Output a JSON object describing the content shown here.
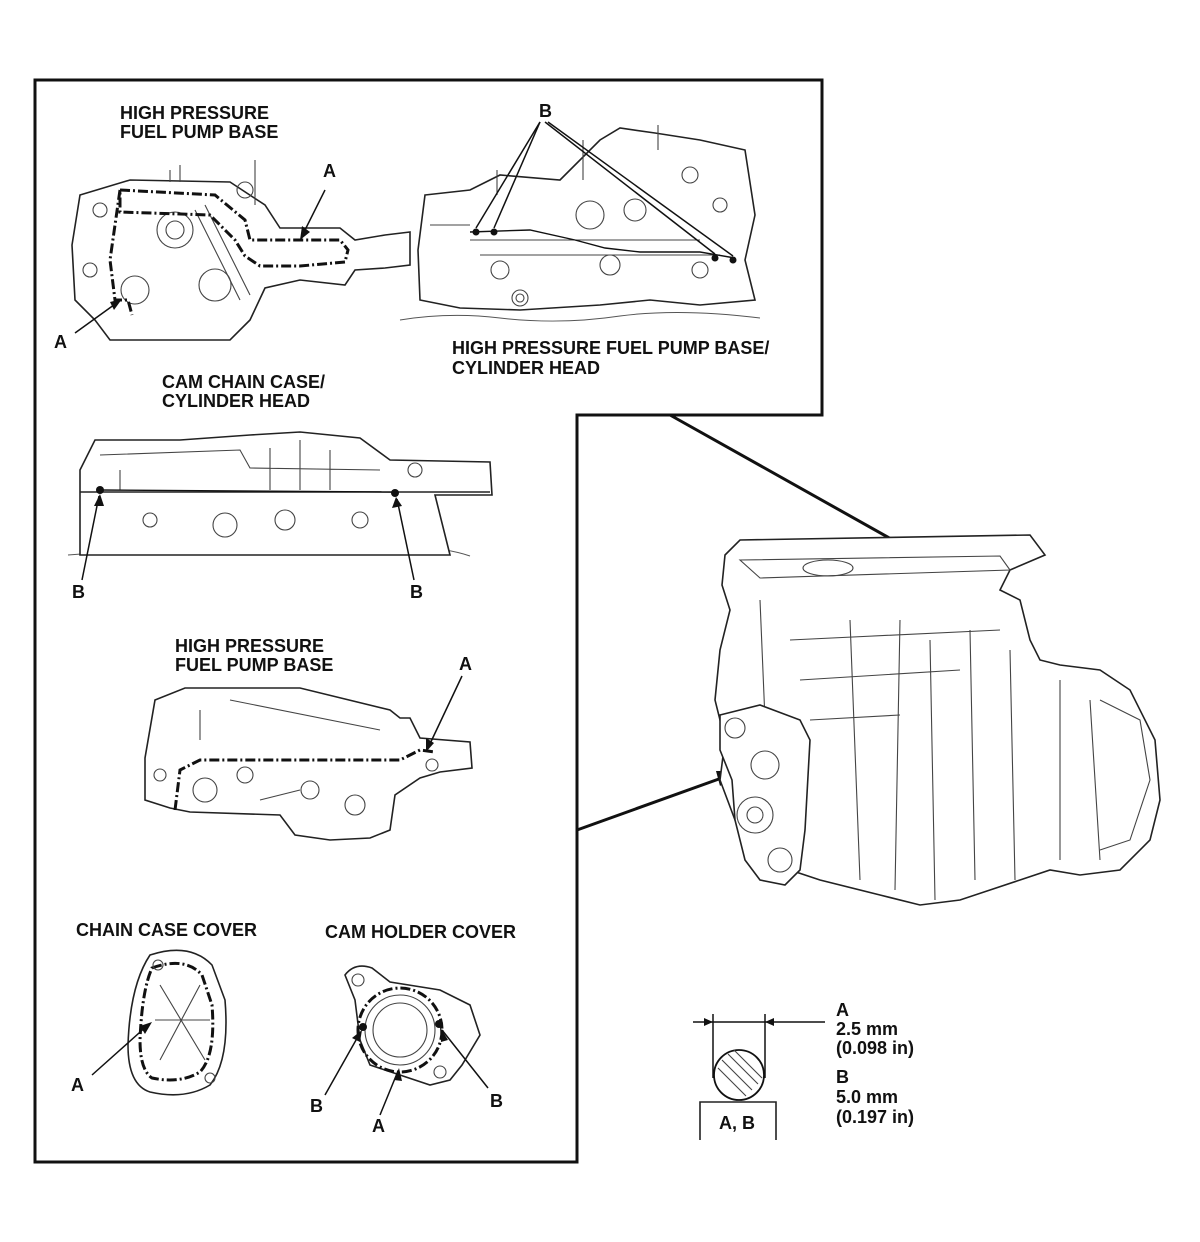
{
  "views": {
    "hpfp_base_top": {
      "title_line1": "HIGH PRESSURE",
      "title_line2": "FUEL PUMP BASE",
      "callout_a_top": "A",
      "callout_a_left": "A"
    },
    "hpfp_cyl_head": {
      "title_line1": "HIGH PRESSURE FUEL PUMP BASE/",
      "title_line2": "CYLINDER HEAD",
      "callout_b": "B"
    },
    "cam_chain_case": {
      "title_line1": "CAM CHAIN CASE/",
      "title_line2": "CYLINDER HEAD",
      "callout_b_left": "B",
      "callout_b_right": "B"
    },
    "hpfp_base_mid": {
      "title_line1": "HIGH PRESSURE",
      "title_line2": "FUEL PUMP BASE",
      "callout_a": "A"
    },
    "chain_case_cover": {
      "title": "CHAIN CASE COVER",
      "callout_a": "A"
    },
    "cam_holder_cover": {
      "title": "CAM HOLDER COVER",
      "callout_b_left": "B",
      "callout_b_right": "B",
      "callout_a": "A"
    }
  },
  "bead_spec": {
    "a_label": "A",
    "a_size_mm": "2.5 mm",
    "a_size_in": "(0.098 in)",
    "b_label": "B",
    "b_size_mm": "5.0 mm",
    "b_size_in": "(0.197 in)",
    "base_label": "A, B"
  }
}
